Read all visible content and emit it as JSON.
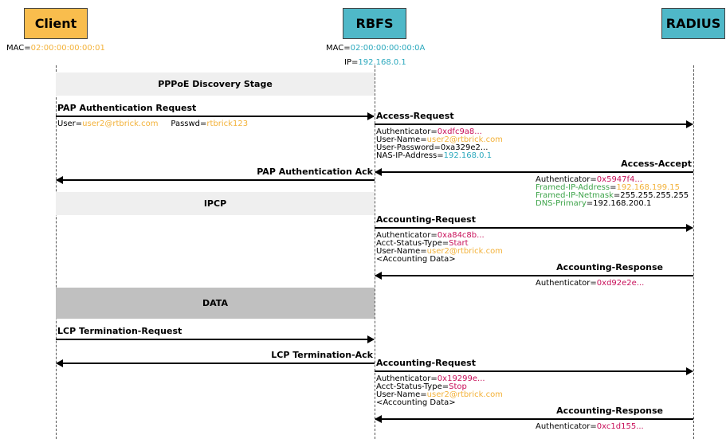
{
  "participants": {
    "client": "Client",
    "rbfs": "RBFS",
    "radius": "RADIUS"
  },
  "client_mac": {
    "label": "MAC=",
    "value": "02:00:00:00:00:01"
  },
  "rbfs_mac": {
    "label": "MAC=",
    "value": "02:00:00:00:00:0A"
  },
  "rbfs_ip": {
    "label": "IP=",
    "value": "192.168.0.1"
  },
  "stages": {
    "discovery": "PPPoE Discovery Stage",
    "ipcp": "IPCP",
    "data": "DATA"
  },
  "messages": {
    "pap_request": "PAP Authentication Request",
    "pap_request_detail": {
      "user_label": "User=",
      "user": "user2@rtbrick.com",
      "pass_label": "Passwd=",
      "pass": "rtbrick123"
    },
    "access_request": "Access-Request",
    "access_request_detail": {
      "auth_label": "Authenticator=",
      "auth": "0xdfc9a8...",
      "user_label": "User-Name=",
      "user": "user2@rtbrick.com",
      "password": "User-Password=0xa329e2...",
      "nas_label": "NAS-IP-Address=",
      "nas": "192.168.0.1"
    },
    "access_accept": "Access-Accept",
    "access_accept_detail": {
      "auth_label": "Authenticator=",
      "auth": "0x5947f4...",
      "fip_label": "Framed-IP-Address",
      "fip_eq": "=",
      "fip": "192.168.199.15",
      "fnm_label": "Framed-IP-Netmask",
      "fnm": "=255.255.255.255",
      "dns_label": "DNS-Primary",
      "dns": "=192.168.200.1"
    },
    "pap_ack": "PAP Authentication Ack",
    "acct_request_1": "Accounting-Request",
    "acct_request_1_detail": {
      "auth_label": "Authenticator=",
      "auth": "0xa84c8b...",
      "status_label": "Acct-Status-Type=",
      "status": "Start",
      "user_label": "User-Name=",
      "user": "user2@rtbrick.com",
      "data": "<Accounting Data>"
    },
    "acct_response_1": "Accounting-Response",
    "acct_response_1_detail": {
      "auth_label": "Authenticator=",
      "auth": "0xd92e2e..."
    },
    "lcp_term_request": "LCP Termination-Request",
    "lcp_term_ack": "LCP Termination-Ack",
    "acct_request_2": "Accounting-Request",
    "acct_request_2_detail": {
      "auth_label": "Authenticator=",
      "auth": "0x19299e...",
      "status_label": "Acct-Status-Type=",
      "status": "Stop",
      "user_label": "User-Name=",
      "user": "user2@rtbrick.com",
      "data": "<Accounting Data>"
    },
    "acct_response_2": "Accounting-Response",
    "acct_response_2_detail": {
      "auth_label": "Authenticator=",
      "auth": "0xc1d155..."
    }
  },
  "colors": {
    "client_box": "#f9bd4d",
    "server_box": "#4fb8c8",
    "value_orange": "#f3b23a",
    "value_cyan": "#2aa8bd",
    "value_magenta": "#c8105a",
    "value_green": "#3ea44a"
  }
}
